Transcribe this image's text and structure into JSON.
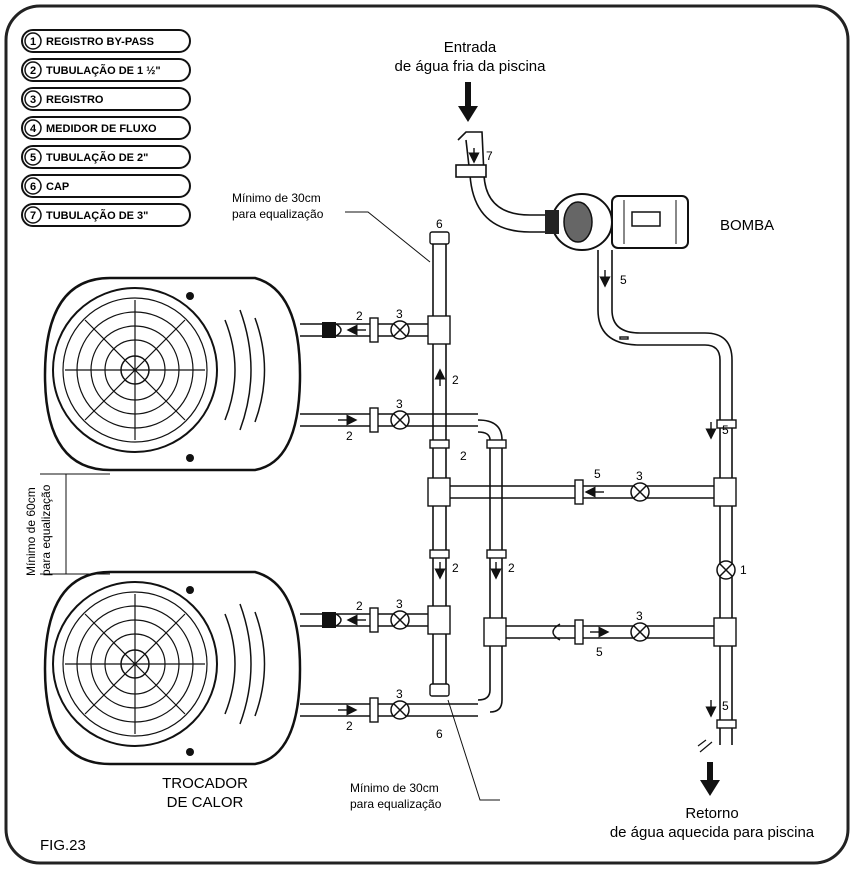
{
  "legend": [
    {
      "num": "1",
      "text": "REGISTRO BY-PASS"
    },
    {
      "num": "2",
      "text": "TUBULAÇÃO DE 1 ½\""
    },
    {
      "num": "3",
      "text": "REGISTRO"
    },
    {
      "num": "4",
      "text": "MEDIDOR DE FLUXO"
    },
    {
      "num": "5",
      "text": "TUBULAÇÃO DE 2\""
    },
    {
      "num": "6",
      "text": "CAP"
    },
    {
      "num": "7",
      "text": "TUBULAÇÃO DE 3\""
    }
  ],
  "inlet": {
    "line1": "Entrada",
    "line2": "de água fria da piscina"
  },
  "outlet": {
    "line1": "Retorno",
    "line2": "de água aquecida para piscina"
  },
  "pump_label": "BOMBA",
  "exchanger_label": {
    "line1": "TROCADOR",
    "line2": "DE CALOR"
  },
  "note_top": {
    "line1": "Mínimo de 30cm",
    "line2": "para equalização"
  },
  "note_bottom": {
    "line1": "Mínimo de 30cm",
    "line2": "para equalização"
  },
  "note_vertical": {
    "line1": "Mínimo de 60cm",
    "line2": "para equalização"
  },
  "figure_label": "FIG.23",
  "pipe_labels": {
    "n7": "7",
    "n5a": "5",
    "n5b": "5",
    "n5c": "5",
    "n5d": "5",
    "n5e": "5",
    "n2a": "2",
    "n2b": "2",
    "n2c": "2",
    "n2d": "2",
    "n2e": "2",
    "n2f": "2",
    "n2g": "2",
    "n2h": "2",
    "n3a": "3",
    "n3b": "3",
    "n3c": "3",
    "n3d": "3",
    "n3e": "3",
    "n3f": "3",
    "n6a": "6",
    "n6b": "6",
    "n1": "1"
  }
}
